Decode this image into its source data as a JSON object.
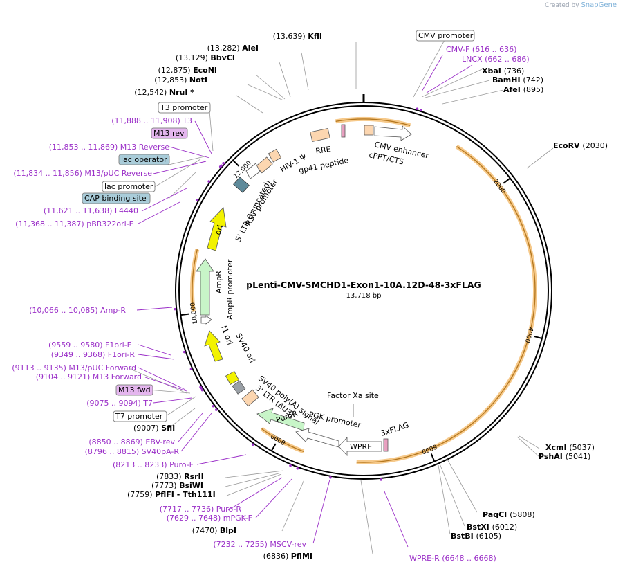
{
  "credit": {
    "prefix": "Created by",
    "brand": "SnapGene"
  },
  "plasmid": {
    "name": "pLenti-CMV-SMCHD1-Exon1-10A.12D-48-3xFLAG",
    "length": "13,718 bp",
    "size_bp": 13718
  },
  "ticks": [
    {
      "label": "2000",
      "bp": 2000
    },
    {
      "label": "4000",
      "bp": 4000
    },
    {
      "label": "6000",
      "bp": 6000
    },
    {
      "label": "8000",
      "bp": 8000
    },
    {
      "label": "10,000",
      "bp": 10000
    },
    {
      "label": "12,000",
      "bp": 12000
    }
  ],
  "enzymes": [
    {
      "id": "kfli",
      "name": "KflI",
      "pos": "(13,639)",
      "bp": 13639
    },
    {
      "id": "alei",
      "name": "AleI",
      "pos": "(13,282)",
      "bp": 13282
    },
    {
      "id": "bbvci",
      "name": "BbvCI",
      "pos": "(13,129)",
      "bp": 13129
    },
    {
      "id": "econi",
      "name": "EcoNI",
      "pos": "(12,875)",
      "bp": 12875
    },
    {
      "id": "noti",
      "name": "NotI",
      "pos": "(12,853)",
      "bp": 12853
    },
    {
      "id": "nrui",
      "name": "NruI *",
      "pos": "(12,542)",
      "bp": 12542
    },
    {
      "id": "xbai",
      "name": "XbaI",
      "pos": "(736)",
      "bp": 736
    },
    {
      "id": "bamhi",
      "name": "BamHI",
      "pos": "(742)",
      "bp": 742
    },
    {
      "id": "afei",
      "name": "AfeI",
      "pos": "(895)",
      "bp": 895
    },
    {
      "id": "ecorv",
      "name": "EcoRV",
      "pos": "(2030)",
      "bp": 2030
    },
    {
      "id": "xcmi",
      "name": "XcmI",
      "pos": "(5037)",
      "bp": 5037
    },
    {
      "id": "pshai",
      "name": "PshAI",
      "pos": "(5041)",
      "bp": 5041
    },
    {
      "id": "paqci",
      "name": "PaqCI",
      "pos": "(5808)",
      "bp": 5808
    },
    {
      "id": "bstxi",
      "name": "BstXI",
      "pos": "(6012)",
      "bp": 6012
    },
    {
      "id": "bstbi",
      "name": "BstBI",
      "pos": "(6105)",
      "bp": 6105
    },
    {
      "id": "pflmi",
      "name": "PflMI",
      "pos": "(6836)",
      "bp": 6836
    },
    {
      "id": "blpi",
      "name": "BlpI",
      "pos": "(7470)",
      "bp": 7470
    },
    {
      "id": "pflfi",
      "name": "PflFI - Tth111I",
      "pos": "(7759)",
      "bp": 7759
    },
    {
      "id": "bsiwi",
      "name": "BsiWI",
      "pos": "(7773)",
      "bp": 7773
    },
    {
      "id": "rsrii",
      "name": "RsrII",
      "pos": "(7833)",
      "bp": 7833
    },
    {
      "id": "sfii",
      "name": "SfiI",
      "pos": "(9007)",
      "bp": 9007
    }
  ],
  "primers": [
    {
      "id": "cmvf",
      "name": "CMV-F",
      "range": "(616 .. 636)",
      "bp": 626
    },
    {
      "id": "lncx",
      "name": "LNCX",
      "range": "(662 .. 686)",
      "bp": 674
    },
    {
      "id": "t3",
      "name": "T3",
      "range": "(11,888 .. 11,908)",
      "bp": 11898
    },
    {
      "id": "m13rev",
      "name": "M13 Reverse",
      "range": "(11,853 .. 11,869)",
      "bp": 11861
    },
    {
      "id": "m13pucrev",
      "name": "M13/pUC Reverse",
      "range": "(11,834 .. 11,856)",
      "bp": 11845
    },
    {
      "id": "l4440",
      "name": "L4440",
      "range": "(11,621 .. 11,638)",
      "bp": 11630
    },
    {
      "id": "pbr322",
      "name": "pBR322ori-F",
      "range": "(11,368 .. 11,387)",
      "bp": 11378
    },
    {
      "id": "ampr",
      "name": "Amp-R",
      "range": "(10,066 .. 10,085)",
      "bp": 10076
    },
    {
      "id": "f1orif",
      "name": "F1ori-F",
      "range": "(9559 .. 9580)",
      "bp": 9570
    },
    {
      "id": "f1orir",
      "name": "F1ori-R",
      "range": "(9349 .. 9368)",
      "bp": 9359
    },
    {
      "id": "m13pucfwd",
      "name": "M13/pUC Forward",
      "range": "(9113 .. 9135)",
      "bp": 9124
    },
    {
      "id": "m13fwd",
      "name": "M13 Forward",
      "range": "(9104 .. 9121)",
      "bp": 9112
    },
    {
      "id": "t7",
      "name": "T7",
      "range": "(9075 .. 9094)",
      "bp": 9084
    },
    {
      "id": "ebvrev",
      "name": "EBV-rev",
      "range": "(8850 .. 8869)",
      "bp": 8860
    },
    {
      "id": "sv40par",
      "name": "SV40pA-R",
      "range": "(8796 .. 8815)",
      "bp": 8806
    },
    {
      "id": "purof",
      "name": "Puro-F",
      "range": "(8213 .. 8233)",
      "bp": 8223
    },
    {
      "id": "puror",
      "name": "Puro-R",
      "range": "(7717 .. 7736)",
      "bp": 7726
    },
    {
      "id": "mpgkf",
      "name": "mPGK-F",
      "range": "(7629 .. 7648)",
      "bp": 7638
    },
    {
      "id": "msvcrev",
      "name": "MSCV-rev",
      "range": "(7232 .. 7255)",
      "bp": 7244
    },
    {
      "id": "wprer",
      "name": "WPRE-R",
      "range": "(6648 .. 6668)",
      "bp": 6658
    }
  ],
  "boxed_labels": {
    "cmv_promoter": "CMV promoter",
    "t3_promoter": "T3 promoter",
    "m13_rev": "M13 rev",
    "lac_operator": "lac operator",
    "lac_promoter": "lac promoter",
    "cap_site": "CAP binding site",
    "m13_fwd": "M13 fwd",
    "t7_promoter": "T7 promoter"
  },
  "features": {
    "cmv_enhancer": "CMV enhancer",
    "cppt": "cPPT/CTS",
    "rre": "RRE",
    "gp41": "gp41 peptide",
    "hiv": "HIV-1 Ψ",
    "rsv": "RSV promoter",
    "ltr5": "5' LTR (truncated)",
    "ori": "ori",
    "ampr_prom": "AmpR promoter",
    "ampr": "AmpR",
    "f1ori": "f1 ori",
    "sv40ori": "SV40 ori",
    "sv40pa": "SV40 poly(A) signal",
    "ltr3": "3' LTR (ΔU3)",
    "puror": "PuroR",
    "pgk": "PGK promoter",
    "wpre": "WPRE",
    "flag": "3xFLAG",
    "factorxa": "Factor Xa site"
  },
  "colors": {
    "primer": "#9b30c8",
    "backbone": "#000000",
    "orf_arc": "#e8a33a",
    "ori": "#f2f200",
    "promoter": "#c8f5c8",
    "ltr": "#fcd6b0",
    "box_pink": "#e4b6ee",
    "box_blue": "#a9ccd9"
  }
}
